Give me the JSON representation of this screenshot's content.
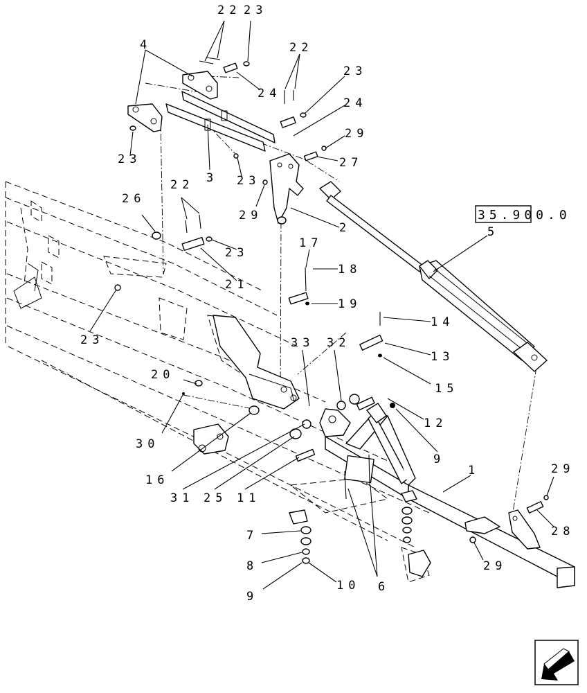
{
  "reference_box": {
    "text": "35.900.0"
  },
  "callouts": [
    {
      "id": "22a",
      "text": "22"
    },
    {
      "id": "23a",
      "text": "23"
    },
    {
      "id": "4",
      "text": "4"
    },
    {
      "id": "24a",
      "text": "24"
    },
    {
      "id": "22b",
      "text": "22"
    },
    {
      "id": "23b",
      "text": "23"
    },
    {
      "id": "24b",
      "text": "24"
    },
    {
      "id": "29a",
      "text": "29"
    },
    {
      "id": "27",
      "text": "27"
    },
    {
      "id": "23c",
      "text": "23"
    },
    {
      "id": "3",
      "text": "3"
    },
    {
      "id": "23d",
      "text": "23"
    },
    {
      "id": "29b",
      "text": "29"
    },
    {
      "id": "2",
      "text": "2"
    },
    {
      "id": "26",
      "text": "26"
    },
    {
      "id": "22c",
      "text": "22"
    },
    {
      "id": "23e",
      "text": "23"
    },
    {
      "id": "21",
      "text": "21"
    },
    {
      "id": "5",
      "text": "5"
    },
    {
      "id": "17",
      "text": "17"
    },
    {
      "id": "18",
      "text": "18"
    },
    {
      "id": "19",
      "text": "19"
    },
    {
      "id": "23f",
      "text": "23"
    },
    {
      "id": "14",
      "text": "14"
    },
    {
      "id": "13",
      "text": "13"
    },
    {
      "id": "33",
      "text": "33"
    },
    {
      "id": "32",
      "text": "32"
    },
    {
      "id": "15",
      "text": "15"
    },
    {
      "id": "20",
      "text": "20"
    },
    {
      "id": "12",
      "text": "12"
    },
    {
      "id": "30",
      "text": "30"
    },
    {
      "id": "9a",
      "text": "9"
    },
    {
      "id": "16",
      "text": "16"
    },
    {
      "id": "1",
      "text": "1"
    },
    {
      "id": "31",
      "text": "31"
    },
    {
      "id": "25",
      "text": "25"
    },
    {
      "id": "11",
      "text": "11"
    },
    {
      "id": "29c",
      "text": "29"
    },
    {
      "id": "28",
      "text": "28"
    },
    {
      "id": "7",
      "text": "7"
    },
    {
      "id": "8",
      "text": "8"
    },
    {
      "id": "29d",
      "text": "29"
    },
    {
      "id": "9b",
      "text": "9"
    },
    {
      "id": "10",
      "text": "10"
    },
    {
      "id": "6",
      "text": "6"
    }
  ],
  "icons": {
    "nav_arrow": "previous-page-arrow-icon"
  }
}
